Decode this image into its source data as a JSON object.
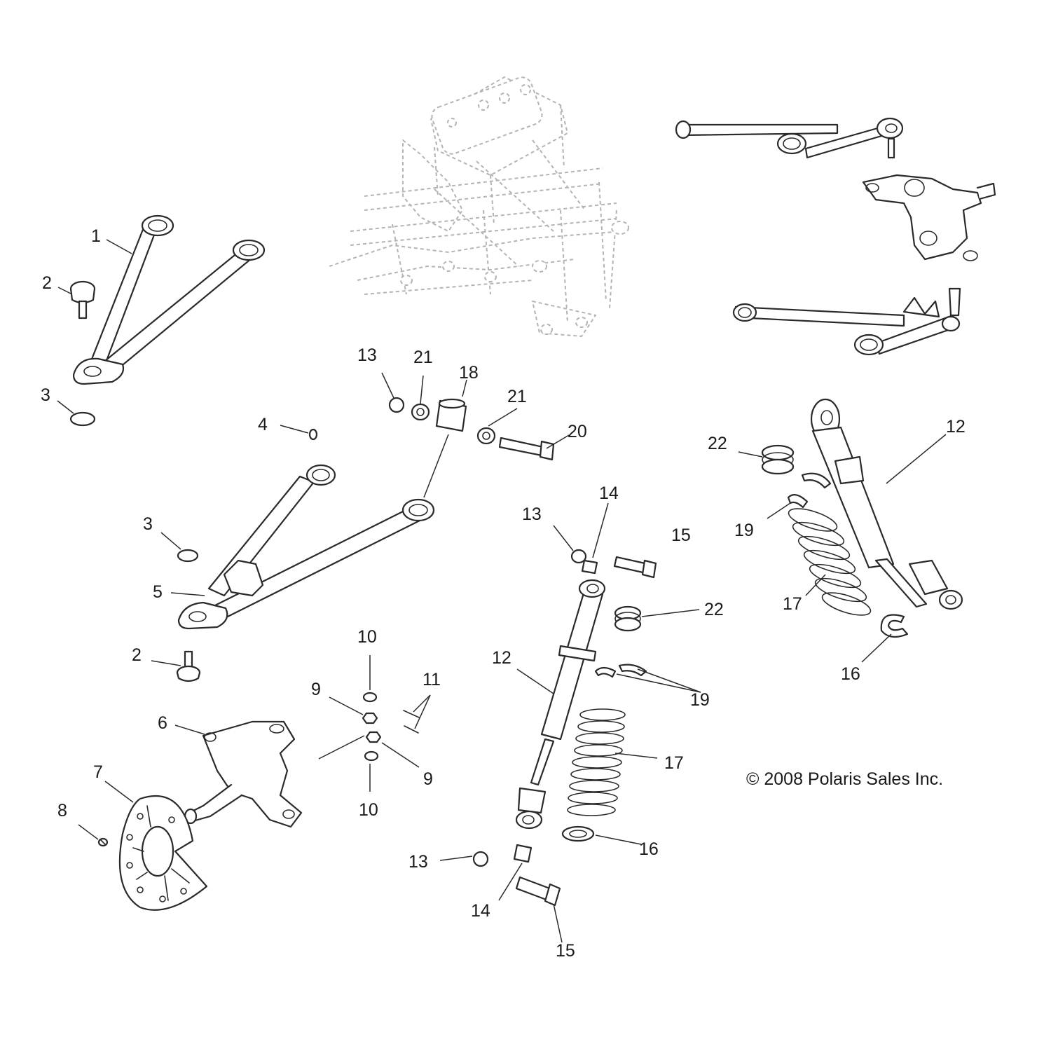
{
  "copyright": "© 2008 Polaris Sales Inc.",
  "callouts": {
    "c1": "1",
    "c2a": "2",
    "c2b": "2",
    "c3a": "3",
    "c3b": "3",
    "c4": "4",
    "c5": "5",
    "c6": "6",
    "c7": "7",
    "c8": "8",
    "c9a": "9",
    "c9b": "9",
    "c10a": "10",
    "c10b": "10",
    "c11": "11",
    "c12a": "12",
    "c12b": "12",
    "c13a": "13",
    "c13b": "13",
    "c13c": "13",
    "c14a": "14",
    "c14b": "14",
    "c15a": "15",
    "c15b": "15",
    "c16a": "16",
    "c16b": "16",
    "c17a": "17",
    "c17b": "17",
    "c18": "18",
    "c19a": "19",
    "c19b": "19",
    "c20": "20",
    "c21a": "21",
    "c21b": "21",
    "c22a": "22",
    "c22b": "22"
  }
}
